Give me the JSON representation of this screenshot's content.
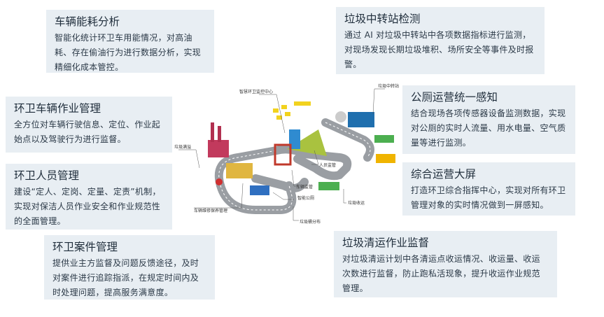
{
  "cards": [
    {
      "title": "车辆能耗分析",
      "body": "智能化统计环卫车用能情况，对高油耗、存在偷油行为进行数据分析，实现精细化成本管控。"
    },
    {
      "title": "垃圾中转站检测",
      "body": "通过 AI 对垃圾中转站中各项数据指标进行监测，对现场发现长期垃圾堆积、场所安全等事件及时报警。"
    },
    {
      "title": "环卫车辆作业管理",
      "body": "全方位对车辆行驶信息、定位、作业起始点以及驾驶行为进行监督。"
    },
    {
      "title": "公厕运营统一感知",
      "body": "结合现场各项传感器设备监测数据，实现对公厕的实时人流量、用水电量、空气质量等进行监测。"
    },
    {
      "title": "环卫人员管理",
      "body": "建设“定人、定岗、定量、定责”机制，实现对保洁人员作业安全和作业规范性的全面管理。"
    },
    {
      "title": "综合运营大屏",
      "body": "打造环卫综合指挥中心，实现对所有环卫管理对象的实时情况做到一屏感知。"
    },
    {
      "title": "环卫案件管理",
      "body": "提供业主方监督及问题反馈途径，及时对案件进行追踪指派，在规定时间内及时处理问题，提高服务满意度。"
    },
    {
      "title": "垃圾清运作业监督",
      "body": "对垃圾清运计划中各清运点收运情况、收运量、收运次数进行监督，防止跑私活现象，提升收运作业规范管理。"
    }
  ],
  "illustration_labels": {
    "center": "智慧环卫监控中心",
    "transfer": "垃圾中转站",
    "overflow": "垃圾满溢",
    "staff": "人员监管",
    "vehicle": "车辆监管",
    "toilet": "智能公厕",
    "repair": "车辆维修保养管理",
    "collect": "垃圾收运",
    "bins": "垃圾桶分布"
  }
}
